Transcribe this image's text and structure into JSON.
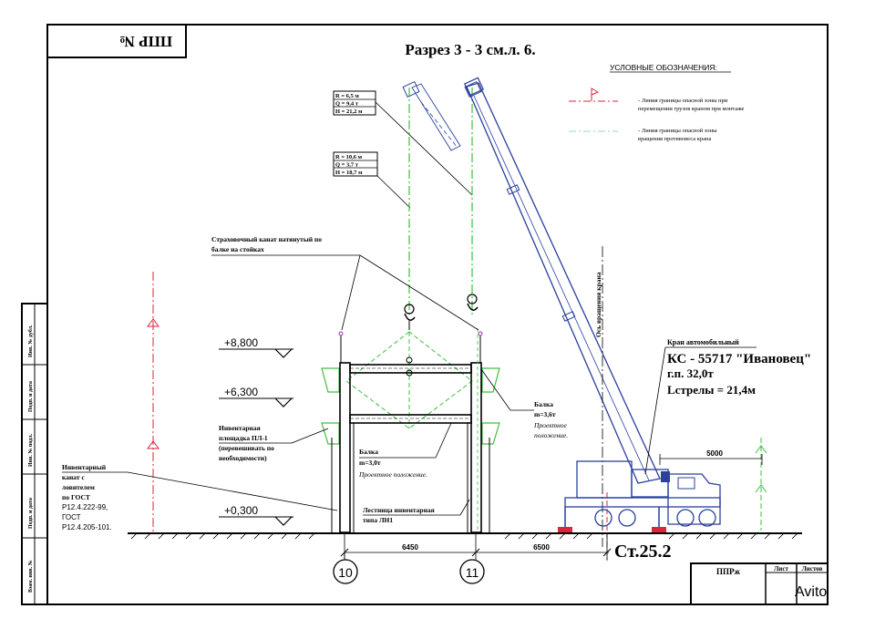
{
  "title_block": {
    "stamp_top": "ППР №",
    "doc_code": "ППРж",
    "col_sheet": "Лист",
    "col_sheets": "Листов"
  },
  "drawing": {
    "title": "Разрез 3 - 3 см.л. 6."
  },
  "legend": {
    "heading": "УСЛОВНЫЕ ОБОЗНАЧЕНИЯ:",
    "item1_line1": "- Линия границы опасной зоны при",
    "item1_line2": "перемещении грузов краном  при монтаже",
    "item2_line1": "- Линия границы опасной зоны",
    "item2_line2": "вращения противовеса крана"
  },
  "load_table_1": {
    "r": "R = 6,5 м",
    "q": "Q = 9,4 т",
    "h": "H = 21,2 м"
  },
  "load_table_2": {
    "r": "R = 10,6 м",
    "q": "Q = 3,7 т",
    "h": "H = 18,7 м"
  },
  "elevations": {
    "top": "+8,800",
    "mid": "+6,300",
    "base": "+0,300"
  },
  "notes": {
    "safety_rope_l1": "Страховочный канат натянутый по",
    "safety_rope_l2": "балке на стойках",
    "platform_l1": "Инвентарная",
    "platform_l2": "площадка ПЛ-1",
    "platform_l3": "(перевешивать по",
    "platform_l4": "необходимости)",
    "rope_l1": "Инвентарный",
    "rope_l2": "канат с",
    "rope_l3": "ловителем",
    "rope_l4": "по ГОСТ",
    "rope_l5": "Р12.4.222-99,",
    "rope_l6": "ГОСТ",
    "rope_l7": "Р12.4.205-101.",
    "beam_center_l1": "Балка",
    "beam_center_l2": "m=3,0т",
    "beam_center_l3": "Проектное положение.",
    "beam_right_l1": "Балка",
    "beam_right_l2": "m=3,6т",
    "beam_right_l3": "Проектное",
    "beam_right_l4": "положение.",
    "ladder_l1": "Лестница инвентарная",
    "ladder_l2": "типа ЛН1",
    "axis_rotation": "Ось вращения крана"
  },
  "crane": {
    "type_line": "Кран автомобильный",
    "model": "КС - 55717 \"Ивановец\"",
    "capacity": "г.п. 32,0т",
    "boom": "Lстрелы  = 21,4м"
  },
  "dimensions": {
    "span": "6450",
    "offset": "6500",
    "outrigger": "5000"
  },
  "axes": {
    "a": "10",
    "b": "11"
  },
  "station": "Ст.25.2",
  "side_stamp": [
    "Взам. инв. №",
    "Подп. и дата",
    "Инв. № подл.",
    "Подп. и дата",
    "Инв. № дубл."
  ],
  "watermark": "Avito"
}
